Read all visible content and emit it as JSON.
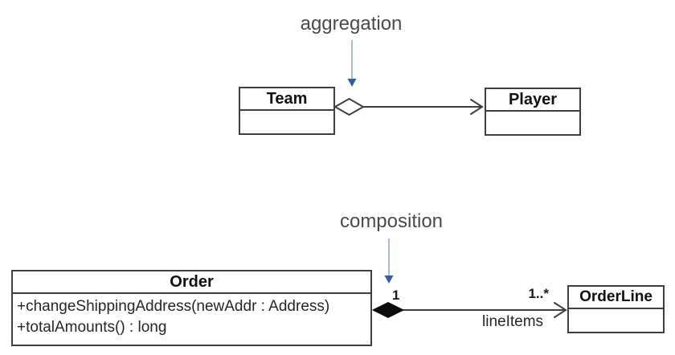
{
  "colors": {
    "box_border": "#3f3f3f",
    "box_fill": "#ffffff",
    "title_text": "#111111",
    "member_text": "#262626",
    "annotation_text": "#4a4a4a",
    "multiplicity_text": "#1a1a1a",
    "association_line": "#3f3f3f",
    "pointer_line": "#aab9d6",
    "pointer_head": "#2e5fa3",
    "composite_fill": "#0d0d0d"
  },
  "icons": {
    "aggregation_diamond": "hollow-diamond",
    "composition_diamond": "filled-diamond",
    "association_arrow": "open-arrowhead",
    "pointer_arrow": "blue-down-arrow"
  },
  "diagram": {
    "aggregation": {
      "label": "aggregation",
      "whole_class": {
        "name": "Team"
      },
      "part_class": {
        "name": "Player"
      }
    },
    "composition": {
      "label": "composition",
      "whole_class": {
        "name": "Order",
        "operations": [
          "+changeShippingAddress(newAddr : Address)",
          "+totalAmounts() : long"
        ]
      },
      "part_class": {
        "name": "OrderLine"
      },
      "whole_multiplicity": "1",
      "part_multiplicity": "1..*",
      "role_label": "lineItems"
    }
  }
}
